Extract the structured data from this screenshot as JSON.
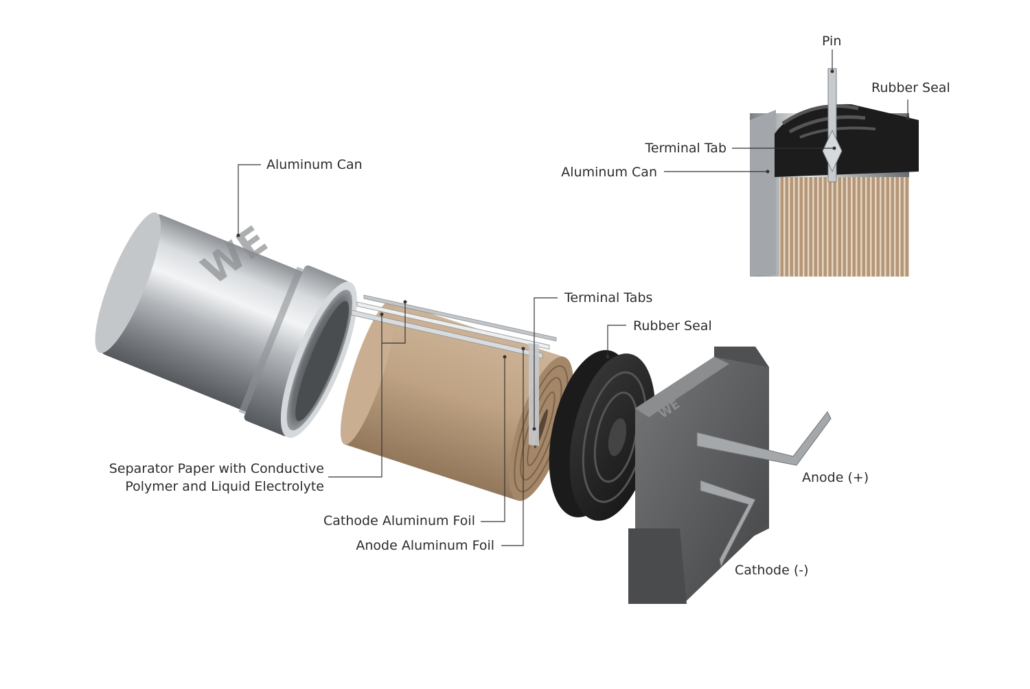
{
  "labels": {
    "aluminum_can": "Aluminum Can",
    "terminal_tabs": "Terminal Tabs",
    "rubber_seal": "Rubber Seal",
    "separator_line1": "Separator Paper with Conductive",
    "separator_line2": "Polymer and Liquid Electrolyte",
    "cathode_foil": "Cathode Aluminum Foil",
    "anode_foil": "Anode Aluminum Foil",
    "anode_terminal": "Anode (+)",
    "cathode_terminal": "Cathode (-)"
  },
  "inset_labels": {
    "pin": "Pin",
    "rubber_seal": "Rubber Seal",
    "terminal_tab": "Terminal Tab",
    "aluminum_can": "Aluminum Can"
  },
  "logo_text": "WE",
  "colors": {
    "aluminum_light": "#e4e6e8",
    "aluminum_dark": "#6c7074",
    "paper": "#b99d80",
    "paper_dark": "#8f7358",
    "rubber": "#2a2a2a",
    "base_plate": "#5e5f61",
    "leader_line": "#333333",
    "label_text": "#2b2b2b"
  }
}
